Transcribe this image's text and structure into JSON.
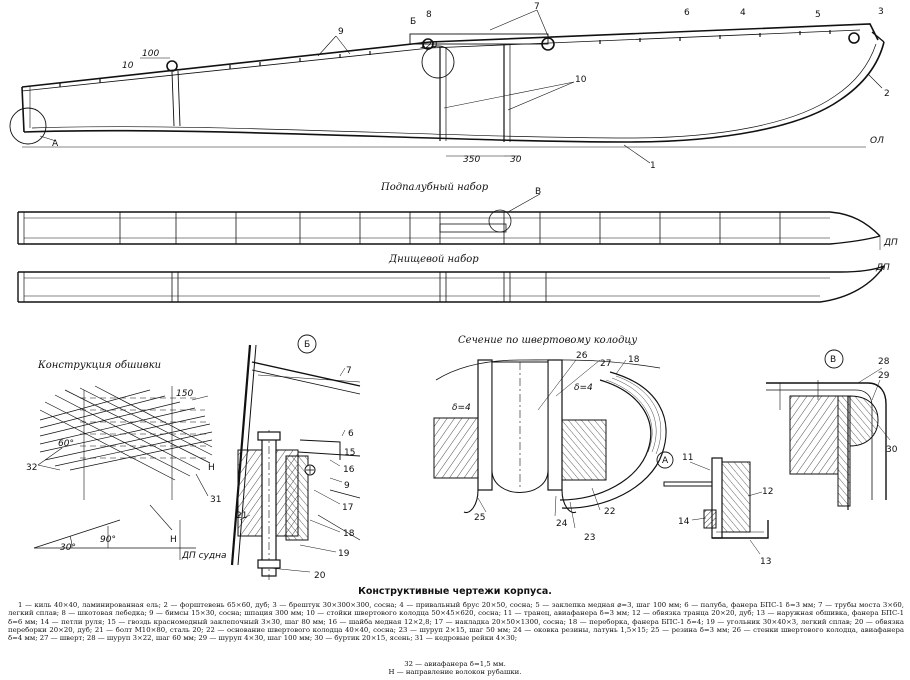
{
  "title": "Конструктивные чертежи корпуса.",
  "views": {
    "podpalubny": "Подпалубный набор",
    "dnishchevoy": "Днищевой набор",
    "obshivka": "Конструкция обшивки",
    "sechenie": "Сечение по швертовому колодцу"
  },
  "markers": {
    "A": "А",
    "B": "Б",
    "V": "В"
  },
  "profile_labels": [
    "1",
    "2",
    "3",
    "4",
    "5",
    "6",
    "7",
    "8",
    "9",
    "10"
  ],
  "dims": {
    "d100": "100",
    "d10": "10",
    "d120": "120",
    "d350": "350",
    "d30": "30",
    "ol": "ОЛ",
    "dp": "ДП"
  },
  "obshivka_labels": {
    "d150": "150",
    "a60": "60°",
    "a30": "30°",
    "a90": "90°",
    "n31": "31",
    "n32": "32",
    "H": "Н",
    "dp_sudna": "ДП судна"
  },
  "detail_b_labels": [
    "6",
    "7",
    "9",
    "15",
    "16",
    "17",
    "18",
    "19",
    "20",
    "21"
  ],
  "section_labels": {
    "n18": "18",
    "n22": "22",
    "n23": "23",
    "n24": "24",
    "n25": "25",
    "n26": "26",
    "n27": "27",
    "delta4a": "δ=4",
    "delta4b": "δ=4"
  },
  "detail_a_labels": [
    "11",
    "12",
    "13",
    "14"
  ],
  "detail_v_labels": [
    "28",
    "29",
    "30"
  ],
  "legend": "1 — киль 40×40, ламинированная ель; 2 — форштевень 65×60, дуб; 3 — брештук 30×300×300, сосна; 4 — привальный брус 20×50, сосна; 5 — заклепка медная ⌀=3, шаг 100 мм; 6 — палуба, фанера БПС-1 δ=3 мм; 7 — трубы моста 3×60, легкий сплав; 8 — шкотовая лебедка; 9 — бимсы 15×30, сосна; шпация 300 мм; 10 — стойки швертового колодца 50×45×620, сосна; 11 — транец, авиафанера δ=3 мм; 12 — обвязка транца 20×20, дуб; 13 — наружная обшивка, фанера БПС-1 δ=6 мм; 14 — петли руля; 15 — гвоздь красномедный заклепочный 3×30, шаг 80 мм; 16 — шайба медная 12×2,8; 17 — накладка 20×50×1300, сосна; 18 — переборка, фанера БПС-1 δ=4; 19 — угольник 30×40×3, легкий сплав; 20 — обвязка переборки 20×20, дуб; 21 — болт М10×80, сталь 20; 22 — основание швертового колодца 40×40, сосна; 23 — шуруп 2×15, шаг 50 мм; 24 — оковка резины, латунь 1,5×15; 25 — резина δ=3 мм; 26 — стенки швертового колодца, авиафанера δ=4 мм; 27 — шверт; 28 — шуруп 3×22, шаг 60 мм; 29 — шуруп 4×30, шаг 100 мм; 30 — буртик 20×15, ясень; 31 — кедровые рейки 4×30;",
  "legend_tail_1": "32 — авиафанера δ=1,5 мм.",
  "legend_tail_2": "Н — направление волокон рубашки."
}
